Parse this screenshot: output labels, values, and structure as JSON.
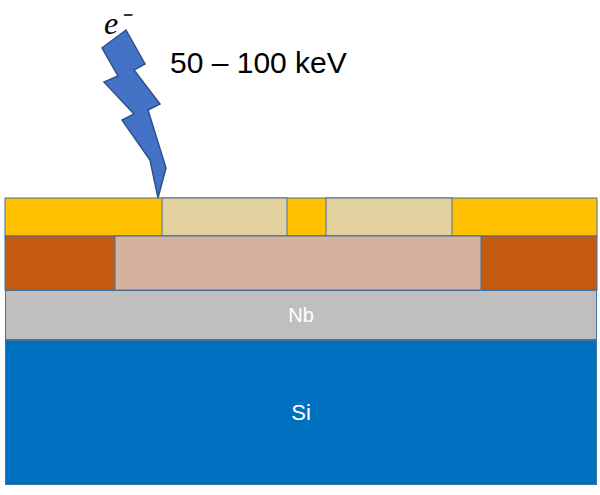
{
  "diagram": {
    "nodes": [
      {
        "text": [
          "Nb"
        ]
      },
      {
        "text": [
          "Si"
        ]
      }
    ],
    "labels": [
      "e⁻",
      "50 – 100 keV"
    ]
  }
}
